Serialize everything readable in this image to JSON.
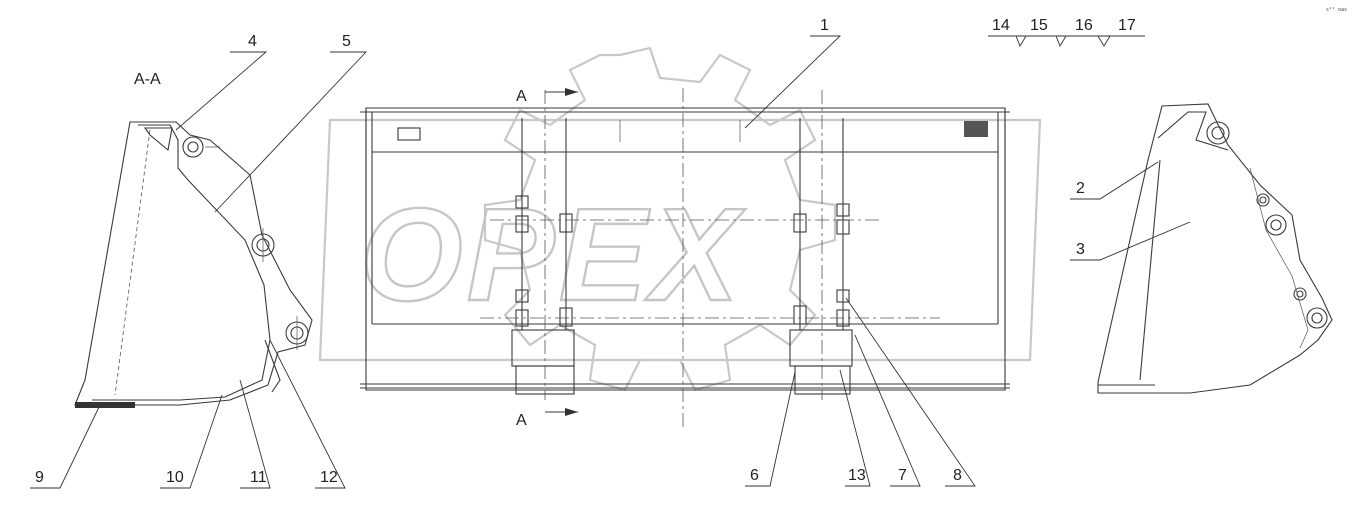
{
  "watermark": {
    "text": "OPEX",
    "icon": "gear-icon"
  },
  "section_labels": {
    "title": "A-A",
    "marker_top": "A",
    "marker_bottom": "A"
  },
  "callouts": [
    "1",
    "2",
    "3",
    "4",
    "5",
    "6",
    "7",
    "8",
    "9",
    "10",
    "11",
    "12",
    "13",
    "14",
    "15",
    "16",
    "17"
  ],
  "corner_stamp": "s²² oas",
  "colors": {
    "line": "#3a3a3a",
    "watermark": "#c8c8c8",
    "background": "#ffffff"
  }
}
